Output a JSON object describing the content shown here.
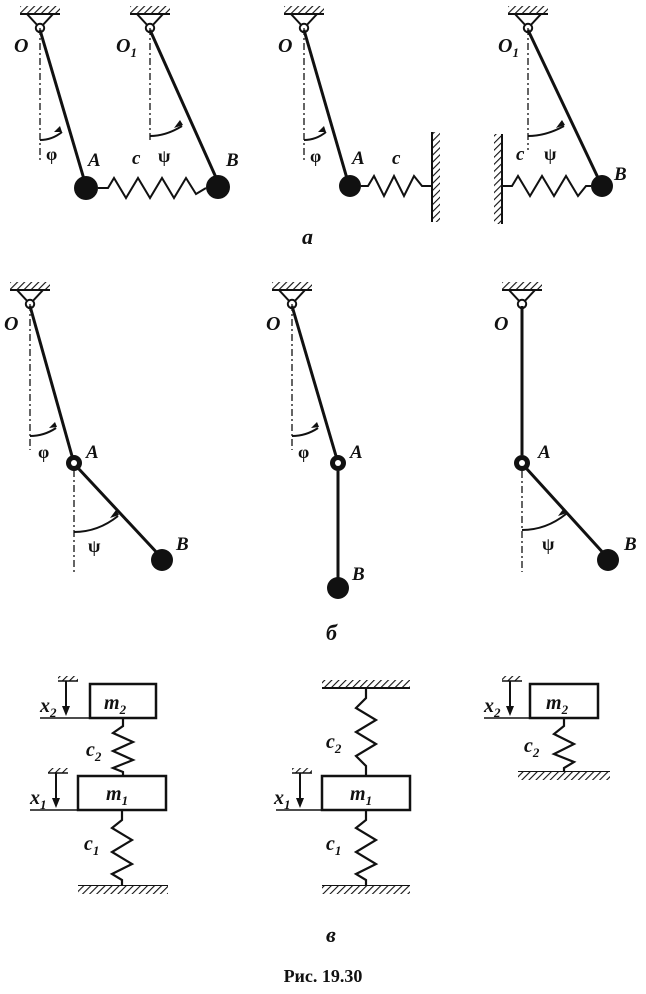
{
  "figure": {
    "caption": "Рис. 19.30",
    "panel_labels": {
      "a": "а",
      "b": "б",
      "v": "в"
    }
  },
  "labels": {
    "O": "O",
    "O1_base": "O",
    "O1_sub": "1",
    "A": "A",
    "B": "B",
    "c": "c",
    "phi": "φ",
    "psi": "ψ",
    "m1_base": "m",
    "m1_sub": "1",
    "m2_base": "m",
    "m2_sub": "2",
    "c1_base": "c",
    "c1_sub": "1",
    "c2_base": "c",
    "c2_sub": "2",
    "x1_base": "x",
    "x1_sub": "1",
    "x2_base": "x",
    "x2_sub": "2"
  },
  "colors": {
    "ink": "#111111",
    "paper": "#ffffff"
  }
}
